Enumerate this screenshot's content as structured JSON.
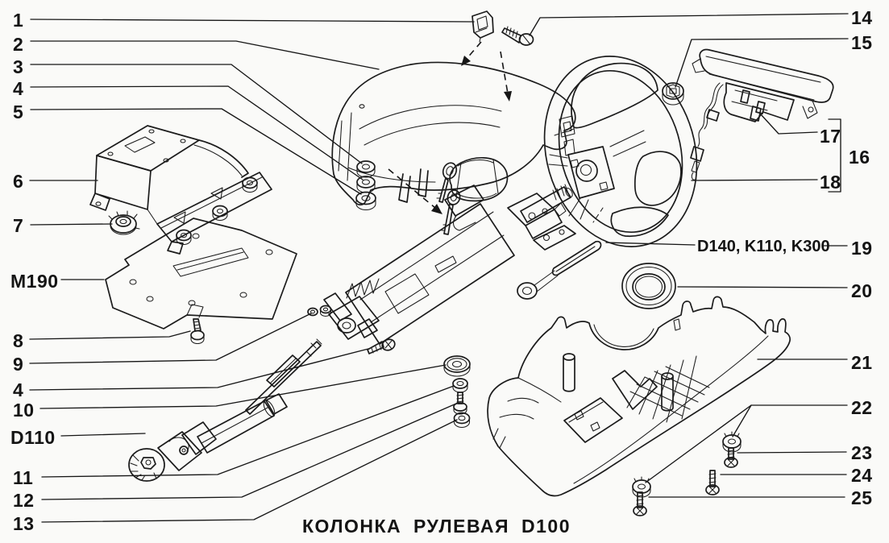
{
  "colors": {
    "line": "#1c1c1c",
    "background": "#fafaf8"
  },
  "caption": {
    "w1": "КОЛОНКА",
    "w2": "РУЛЕВАЯ",
    "w3": "D100"
  },
  "labels": {
    "l1": "1",
    "l2": "2",
    "l3": "3",
    "l4": "4",
    "l5": "5",
    "l6": "6",
    "l7": "7",
    "m190": "M190",
    "l8": "8",
    "l9": "9",
    "l4b": "4",
    "l10": "10",
    "d110": "D110",
    "l11": "11",
    "l12": "12",
    "l13": "13",
    "l14": "14",
    "l15": "15",
    "l16": "16",
    "l17": "17",
    "l18": "18",
    "codes": "D140, K110, K300",
    "l19": "19",
    "l20": "20",
    "l21": "21",
    "l22": "22",
    "l23": "23",
    "l24": "24",
    "l25": "25"
  }
}
